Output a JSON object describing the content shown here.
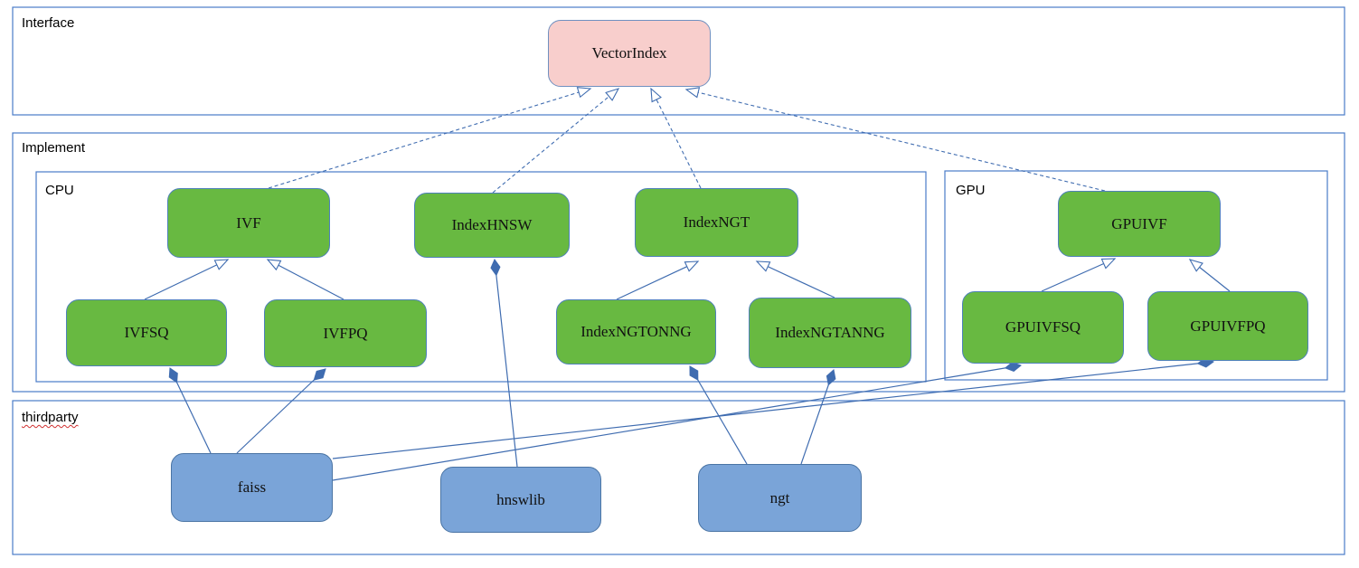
{
  "diagram": {
    "containers": [
      {
        "id": "interface",
        "label": "Interface"
      },
      {
        "id": "implement",
        "label": "Implement"
      },
      {
        "id": "cpu",
        "label": "CPU"
      },
      {
        "id": "gpu",
        "label": "GPU"
      },
      {
        "id": "thirdparty",
        "label": "thirdparty"
      }
    ],
    "nodes": [
      {
        "id": "vectorindex",
        "label": "VectorIndex",
        "kind": "interface"
      },
      {
        "id": "ivf",
        "label": "IVF",
        "kind": "class"
      },
      {
        "id": "indexhnsw",
        "label": "IndexHNSW",
        "kind": "class"
      },
      {
        "id": "indexngt",
        "label": "IndexNGT",
        "kind": "class"
      },
      {
        "id": "ivfsq",
        "label": "IVFSQ",
        "kind": "class"
      },
      {
        "id": "ivfpq",
        "label": "IVFPQ",
        "kind": "class"
      },
      {
        "id": "indexngtonng",
        "label": "IndexNGTONNG",
        "kind": "class"
      },
      {
        "id": "indexngtanng",
        "label": "IndexNGTANNG",
        "kind": "class"
      },
      {
        "id": "gpuivf",
        "label": "GPUIVF",
        "kind": "class"
      },
      {
        "id": "gpuivfsq",
        "label": "GPUIVFSQ",
        "kind": "class"
      },
      {
        "id": "gpuivfpq",
        "label": "GPUIVFPQ",
        "kind": "class"
      },
      {
        "id": "faiss",
        "label": "faiss",
        "kind": "thirdparty-lib"
      },
      {
        "id": "hnswlib",
        "label": "hnswlib",
        "kind": "thirdparty-lib"
      },
      {
        "id": "ngt",
        "label": "ngt",
        "kind": "thirdparty-lib"
      }
    ],
    "edges": [
      {
        "from": "IVF",
        "to": "VectorIndex",
        "type": "realization"
      },
      {
        "from": "IndexHNSW",
        "to": "VectorIndex",
        "type": "realization"
      },
      {
        "from": "IndexNGT",
        "to": "VectorIndex",
        "type": "realization"
      },
      {
        "from": "GPUIVF",
        "to": "VectorIndex",
        "type": "realization"
      },
      {
        "from": "IVFSQ",
        "to": "IVF",
        "type": "generalization"
      },
      {
        "from": "IVFPQ",
        "to": "IVF",
        "type": "generalization"
      },
      {
        "from": "IndexNGTONNG",
        "to": "IndexNGT",
        "type": "generalization"
      },
      {
        "from": "IndexNGTANNG",
        "to": "IndexNGT",
        "type": "generalization"
      },
      {
        "from": "GPUIVFSQ",
        "to": "GPUIVF",
        "type": "generalization"
      },
      {
        "from": "GPUIVFPQ",
        "to": "GPUIVF",
        "type": "generalization"
      },
      {
        "from": "faiss",
        "to": "IVFSQ",
        "type": "composition"
      },
      {
        "from": "faiss",
        "to": "IVFPQ",
        "type": "composition"
      },
      {
        "from": "faiss",
        "to": "GPUIVFPQ",
        "type": "composition"
      },
      {
        "from": "faiss",
        "to": "GPUIVFSQ",
        "type": "composition"
      },
      {
        "from": "hnswlib",
        "to": "IndexHNSW",
        "type": "composition"
      },
      {
        "from": "ngt",
        "to": "IndexNGTONNG",
        "type": "composition"
      },
      {
        "from": "ngt",
        "to": "IndexNGTANNG",
        "type": "composition"
      }
    ],
    "colors": {
      "interface_fill": "#f8cecc",
      "class_fill": "#68b941",
      "thirdparty_fill": "#7aa4d8",
      "connector": "#3f6cb0",
      "container_border": "#4a7cc7",
      "spellcheck_underline": "#d03030"
    }
  }
}
